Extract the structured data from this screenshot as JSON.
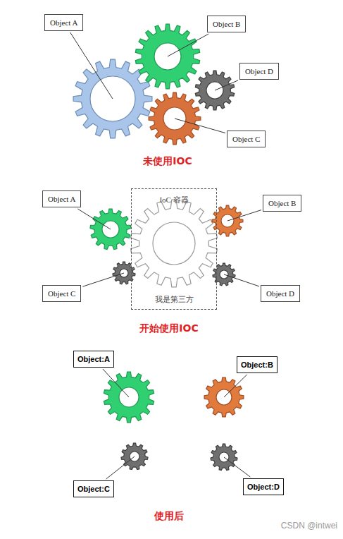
{
  "diagram": {
    "nodes": [
      {
        "text": [
          "Object A"
        ]
      },
      {
        "text": [
          "Object B"
        ]
      },
      {
        "text": [
          "Object D"
        ]
      },
      {
        "text": [
          "Object C"
        ]
      },
      {
        "text": [
          "Object A"
        ]
      },
      {
        "text": [
          "IoC 容器",
          "我是第三方"
        ]
      },
      {
        "text": [
          "Object B"
        ]
      },
      {
        "text": [
          "Object C"
        ]
      },
      {
        "text": [
          "Object D"
        ]
      },
      {
        "text": [
          "Object:A"
        ]
      },
      {
        "text": [
          "Object:B"
        ]
      },
      {
        "text": [
          "Object:C"
        ]
      },
      {
        "text": [
          "Object:D"
        ]
      }
    ],
    "labels": [
      "未使用IOC",
      "开始使用IOC",
      "使用后",
      "CSDN @intwei"
    ]
  }
}
